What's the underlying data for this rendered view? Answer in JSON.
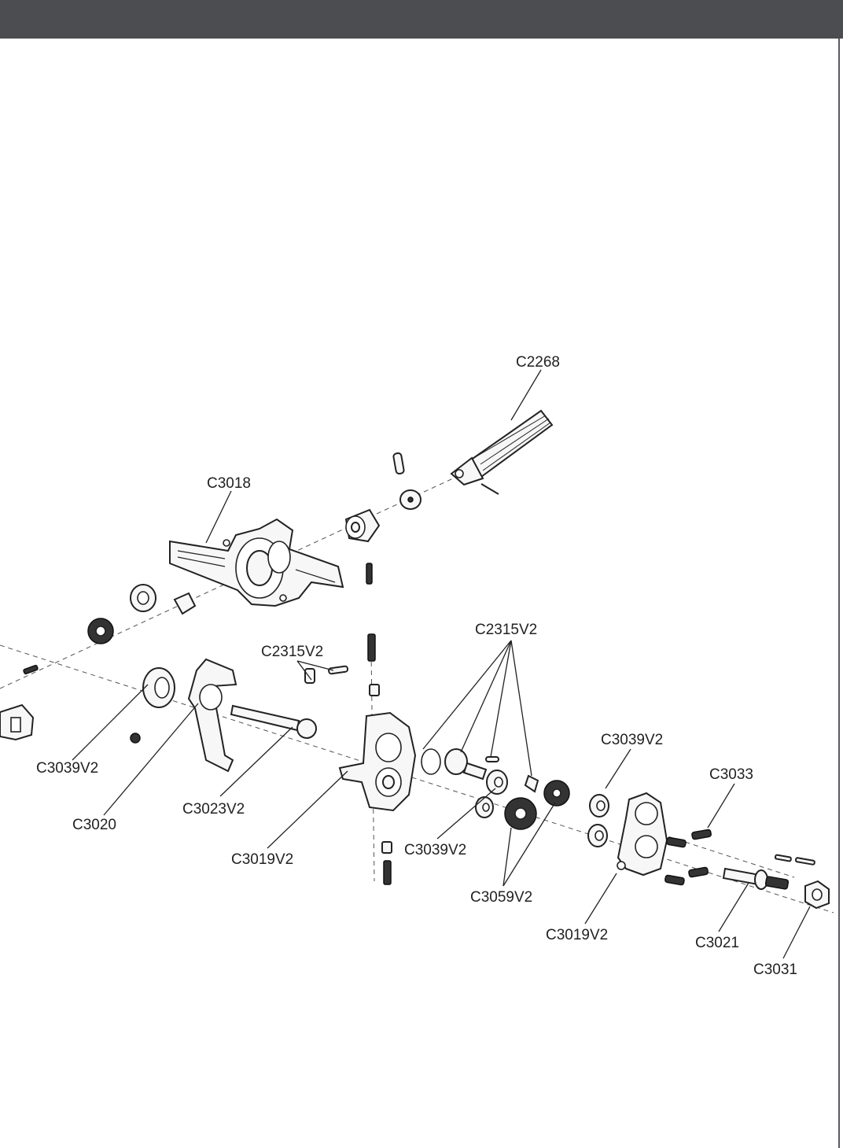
{
  "colors": {
    "header": "#4b4d50",
    "ink": "#222222",
    "background": "#ffffff"
  },
  "labels": {
    "c2268": "C2268",
    "c3018": "C3018",
    "c2315v2_a": "C2315V2",
    "c2315v2_b": "C2315V2",
    "c3039v2_a": "C3039V2",
    "c3039v2_b": "C3039V2",
    "c3039v2_c": "C3039V2",
    "c3033": "C3033",
    "c3020": "C3020",
    "c3023v2": "C3023V2",
    "c3019v2_a": "C3019V2",
    "c3019v2_b": "C3019V2",
    "c3059v2": "C3059V2",
    "c3021": "C3021",
    "c3031": "C3031"
  }
}
